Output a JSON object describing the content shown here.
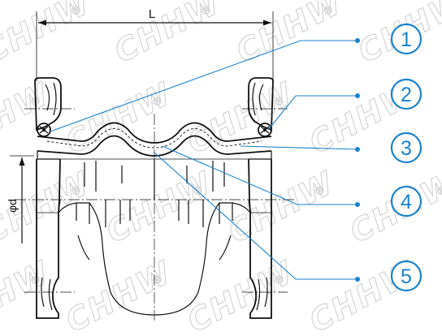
{
  "dimensions": {
    "length_label": "L",
    "diameter_label": "φd"
  },
  "callouts": [
    {
      "number": "1"
    },
    {
      "number": "2"
    },
    {
      "number": "3"
    },
    {
      "number": "4"
    },
    {
      "number": "5"
    }
  ],
  "watermark": {
    "text": "CHHW",
    "mark": "®"
  },
  "colors": {
    "accent": "#1a83cf",
    "line": "#111111",
    "watermark": "#d4d4d4",
    "background": "#ffffff"
  }
}
